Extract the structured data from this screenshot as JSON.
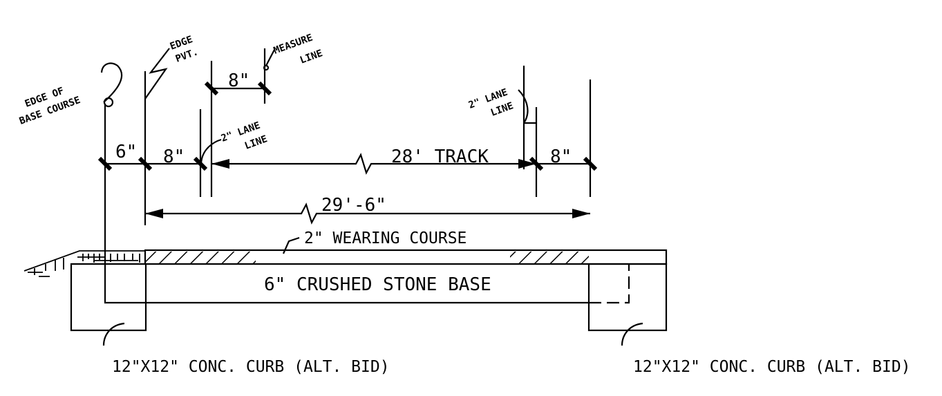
{
  "labels": {
    "edge_base_course_line1": "EDGE OF",
    "edge_base_course_line2": "BASE COURSE",
    "edge_pvt_line1": "EDGE",
    "edge_pvt_line2": "PVT.",
    "measure_line1": "MEASURE",
    "measure_line2": "LINE",
    "lane_line_left_1": "2\" LANE",
    "lane_line_left_2": "LINE",
    "lane_line_right_1": "2\" LANE",
    "lane_line_right_2": "LINE",
    "wearing_course": "2\" WEARING COURSE",
    "crushed_stone": "6\" CRUSHED STONE BASE",
    "curb_left": "12\"X12\" CONC. CURB (ALT. BID)",
    "curb_right": "12\"X12\" CONC. CURB (ALT. BID)"
  },
  "dimensions": {
    "d_6in": "6\"",
    "d_8in_left": "8\"",
    "d_8in_top": "8\"",
    "d_track": "28' TRACK",
    "d_8in_right": "8\"",
    "d_overall": "29'-6\""
  },
  "colors": {
    "line": "#000000",
    "background": "#ffffff"
  }
}
